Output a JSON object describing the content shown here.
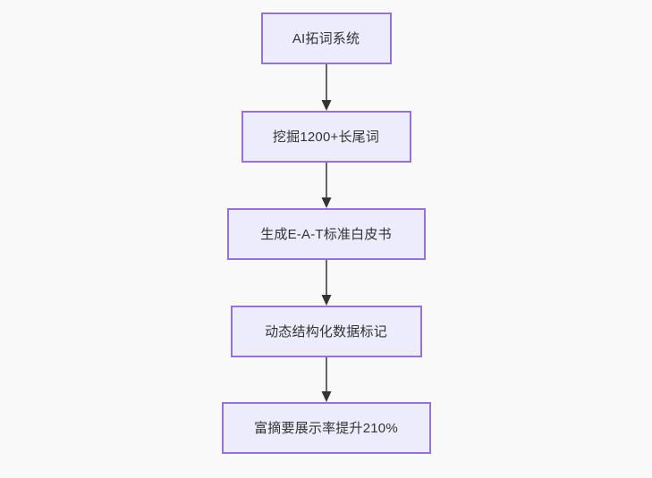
{
  "diagram": {
    "type": "flowchart",
    "direction": "top-to-bottom",
    "background_color": "#f9f9f9",
    "node_fill_color": "#ececfd",
    "node_border_color": "#9673d3",
    "node_text_color": "#333333",
    "edge_color": "#666666",
    "nodes": [
      {
        "id": "n0",
        "label": "AI拓词系统"
      },
      {
        "id": "n1",
        "label": "挖掘1200+长尾词"
      },
      {
        "id": "n2",
        "label": "生成E-A-T标准白皮书"
      },
      {
        "id": "n3",
        "label": "动态结构化数据标记"
      },
      {
        "id": "n4",
        "label": "富摘要展示率提升210%"
      }
    ],
    "edges": [
      {
        "id": "e0",
        "from": "n0",
        "to": "n1",
        "arrow": "arrow-down-icon",
        "label": ""
      },
      {
        "id": "e1",
        "from": "n1",
        "to": "n2",
        "arrow": "arrow-down-icon",
        "label": ""
      },
      {
        "id": "e2",
        "from": "n2",
        "to": "n3",
        "arrow": "arrow-down-icon",
        "label": ""
      },
      {
        "id": "e3",
        "from": "n3",
        "to": "n4",
        "arrow": "arrow-down-icon",
        "label": ""
      }
    ]
  }
}
